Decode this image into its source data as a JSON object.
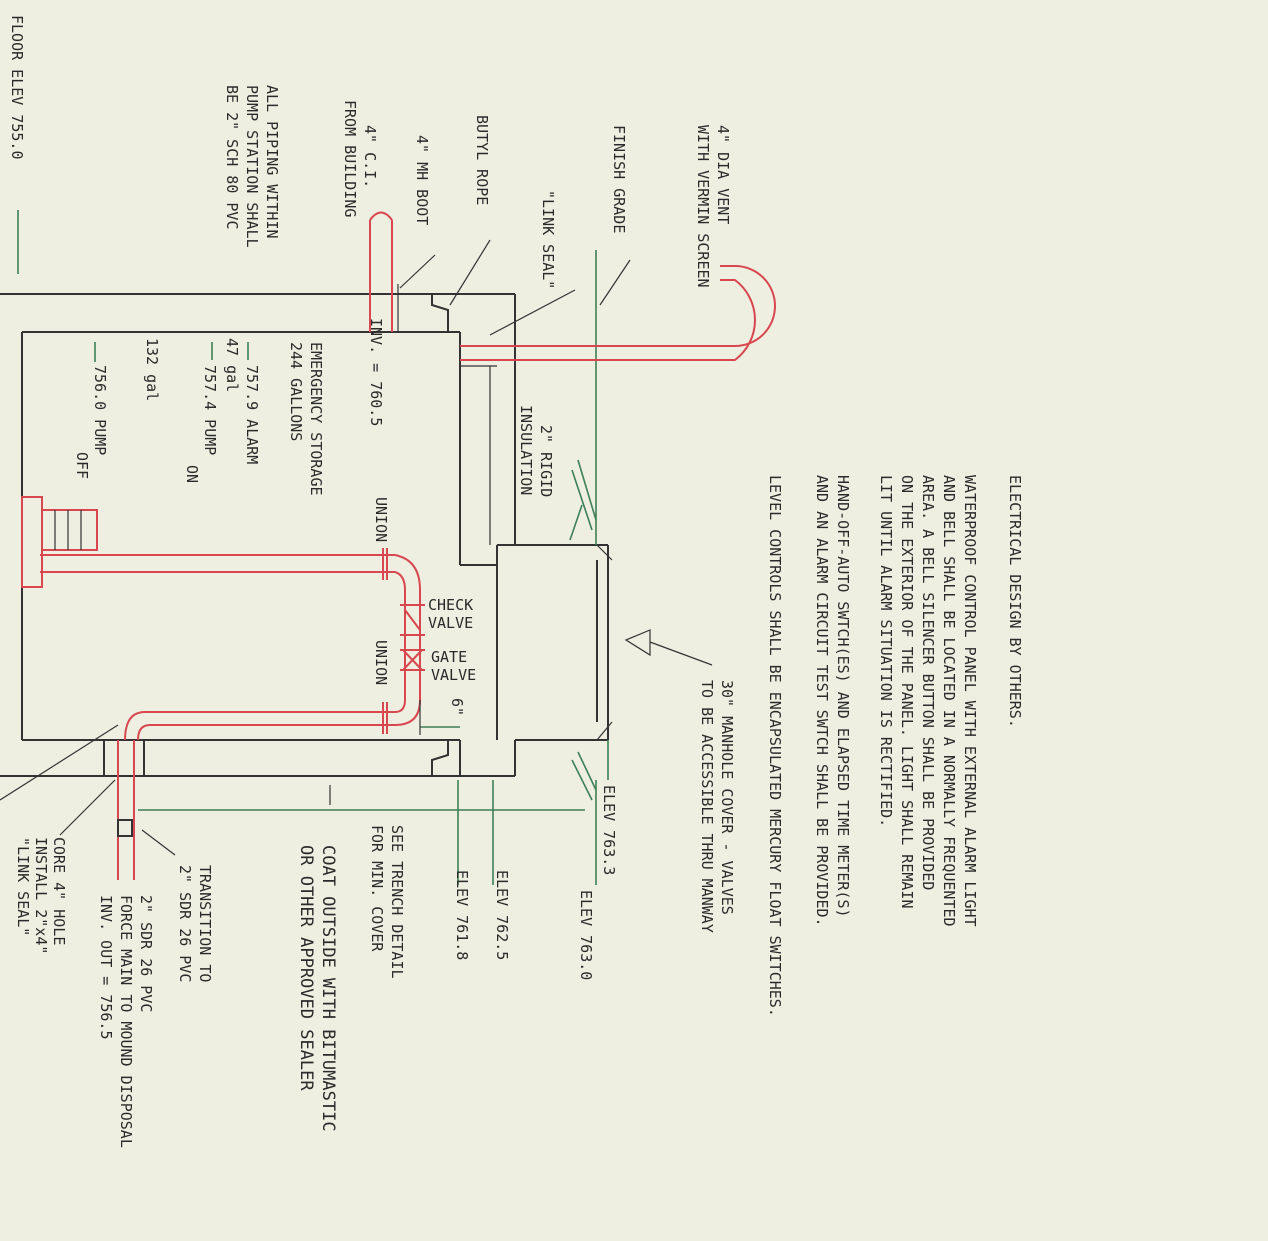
{
  "labels": {
    "electrical_title": "ELECTRICAL DESIGN BY OTHERS.",
    "panel_l1": "WATERPROOF CONTROL PANEL WITH EXTERNAL ALARM LIGHT",
    "panel_l2": "AND BELL SHALL BE LOCATED IN A NORMALLY FREQUENTED",
    "panel_l3": "AREA.  A BELL SILENCER BUTTON SHALL BE PROVIDED",
    "panel_l4": "ON THE EXTERIOR OF THE PANEL.  LIGHT SHALL REMAIN",
    "panel_l5": "LIT UNTIL ALARM SITUATION IS RECTIFIED.",
    "hoa_l1": "HAND-OFF-AUTO SWTCH(ES) AND ELAPSED TIME METER(S)",
    "hoa_l2": "AND AN ALARM CIRCUIT TEST SWTCH SHALL BE PROVIDED.",
    "level_controls": "LEVEL CONTROLS SHALL BE ENCAPSULATED MERCURY FLOAT SWITCHES.",
    "manhole_l1": "30\" MANHOLE COVER - VALVES",
    "manhole_l2": "TO BE ACCESSIBLE THRU MANWAY",
    "vent_l1": "4\" DIA VENT",
    "vent_l2": "WITH VERMIN SCREEN",
    "finish_grade": "FINISH GRADE",
    "link_seal": "\"LINK SEAL\"",
    "butyl_rope": "BUTYL ROPE",
    "mh_boot": "4\" MH BOOT",
    "ci_l1": "4\" C.I.",
    "ci_l2": "FROM BUILDING",
    "piping_l1": "ALL PIPING WITHIN",
    "piping_l2": "PUMP STATION SHALL",
    "piping_l3": "BE 2\" SCH 80 PVC",
    "floor_elev": "FLOOR ELEV 755.0",
    "inv": "INV. = 760.5",
    "emergency_l1": "EMERGENCY STORAGE",
    "emergency_l2": "244 GALLONS",
    "alarm": "757.9 ALARM",
    "gal47": "47 gal",
    "pump_on_l1": "757.4 PUMP",
    "pump_on_l2": "ON",
    "gal132": "132 gal",
    "pump_off_l1": "756.0 PUMP",
    "pump_off_l2": "OFF",
    "rigid_l1": "2\" RIGID",
    "rigid_l2": "INSULATION",
    "union_top": "UNION",
    "union_bottom": "UNION",
    "check_l1": "CHECK",
    "check_l2": "VALVE",
    "gate_l1": "GATE",
    "gate_l2": "VALVE",
    "six_inch": "6\"",
    "elev_7633": "ELEV 763.3",
    "elev_7630": "ELEV 763.0",
    "elev_7625": "ELEV 762.5",
    "elev_7618": "ELEV 761.8",
    "trench_l1": "SEE TRENCH DETAIL",
    "trench_l2": "FOR MIN. COVER",
    "coat_l1": "COAT OUTSIDE WITH BITUMASTIC",
    "coat_l2": "OR OTHER APPROVED SEALER",
    "transition_l1": "TRANSITION TO",
    "transition_l2": "2\" SDR 26 PVC",
    "forcemain_l1": "2\" SDR 26 PVC",
    "forcemain_l2": "FORCE MAIN TO MOUND DISPOSAL",
    "forcemain_l3": "INV. OUT = 756.5",
    "core_l1": "CORE 4\" HOLE",
    "core_l2": "INSTALL 2\"x4\"",
    "core_l3": "\"LINK SEAL\""
  },
  "colors": {
    "background": "#eeefe1",
    "structure": "#333333",
    "water_level": "#3d7f56",
    "piping": "#d8474f"
  }
}
